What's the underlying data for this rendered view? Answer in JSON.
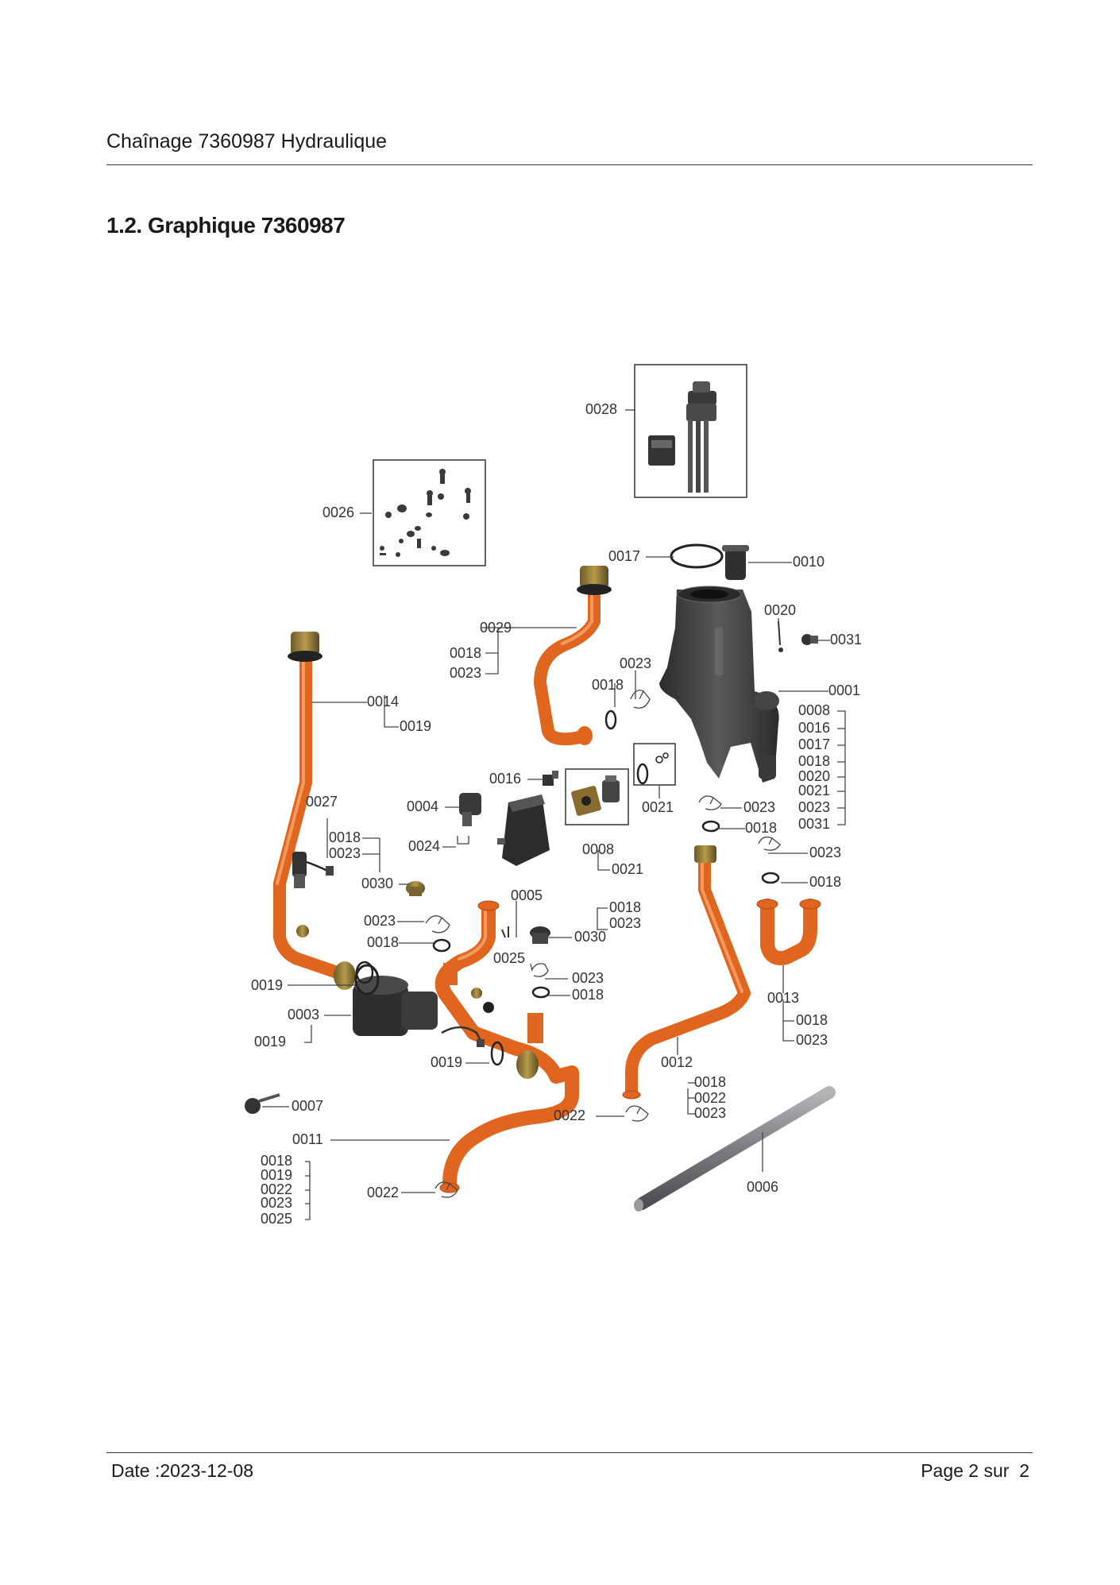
{
  "header": {
    "title": "Chaînage 7360987 Hydraulique"
  },
  "section": {
    "title": "1.2. Graphique 7360987"
  },
  "footer": {
    "date": "Date :2023-12-08",
    "page": "Page 2 sur  2"
  },
  "colors": {
    "pipe": "#e0651f",
    "part_dark": "#3a3a3a",
    "rod": "#8a8a8e"
  },
  "diagram": {
    "labels": {
      "l0028": "0028",
      "l0026": "0026",
      "l0017": "0017",
      "l0010": "0010",
      "l0020": "0020",
      "l0031": "0031",
      "l0029": "0029",
      "l0018a": "0018",
      "l0023a": "0023",
      "l0023b": "0023",
      "l0018b": "0018",
      "l0001": "0001",
      "l0008s": "0008",
      "l0016s": "0016",
      "l0017s": "0017",
      "l0018s": "0018",
      "l0020s": "0020",
      "l0021s": "0021",
      "l0023s": "0023",
      "l0031s": "0031",
      "l0014": "0014",
      "l0019a": "0019",
      "l0016": "0016",
      "l0027": "0027",
      "l0004": "0004",
      "l0021": "0021",
      "l0023c": "0023",
      "l0018c": "0018",
      "l0008": "0008",
      "l0021b": "0021",
      "l0018d": "0018",
      "l0023d": "0023",
      "l0030": "0030",
      "l0024": "0024",
      "l0023e": "0023",
      "l0018e": "0018",
      "l0005": "0005",
      "l0023f": "0023",
      "l0018f": "0018",
      "l0018g": "0018",
      "l0023g": "0023",
      "l0030b": "0030",
      "l0025": "0025",
      "l0023h": "0023",
      "l0018h": "0018",
      "l0019b": "0019",
      "l0003": "0003",
      "l0019c": "0019",
      "l0013": "0013",
      "l0018i": "0018",
      "l0023i": "0023",
      "l0019d": "0019",
      "l0012": "0012",
      "l0018j": "0018",
      "l0022j": "0022",
      "l0023j": "0023",
      "l0007": "0007",
      "l0022a": "0022",
      "l0011": "0011",
      "l0018k": "0018",
      "l0019k": "0019",
      "l0022k": "0022",
      "l0023k": "0023",
      "l0025k": "0025",
      "l0006": "0006",
      "l0022b": "0022"
    }
  }
}
